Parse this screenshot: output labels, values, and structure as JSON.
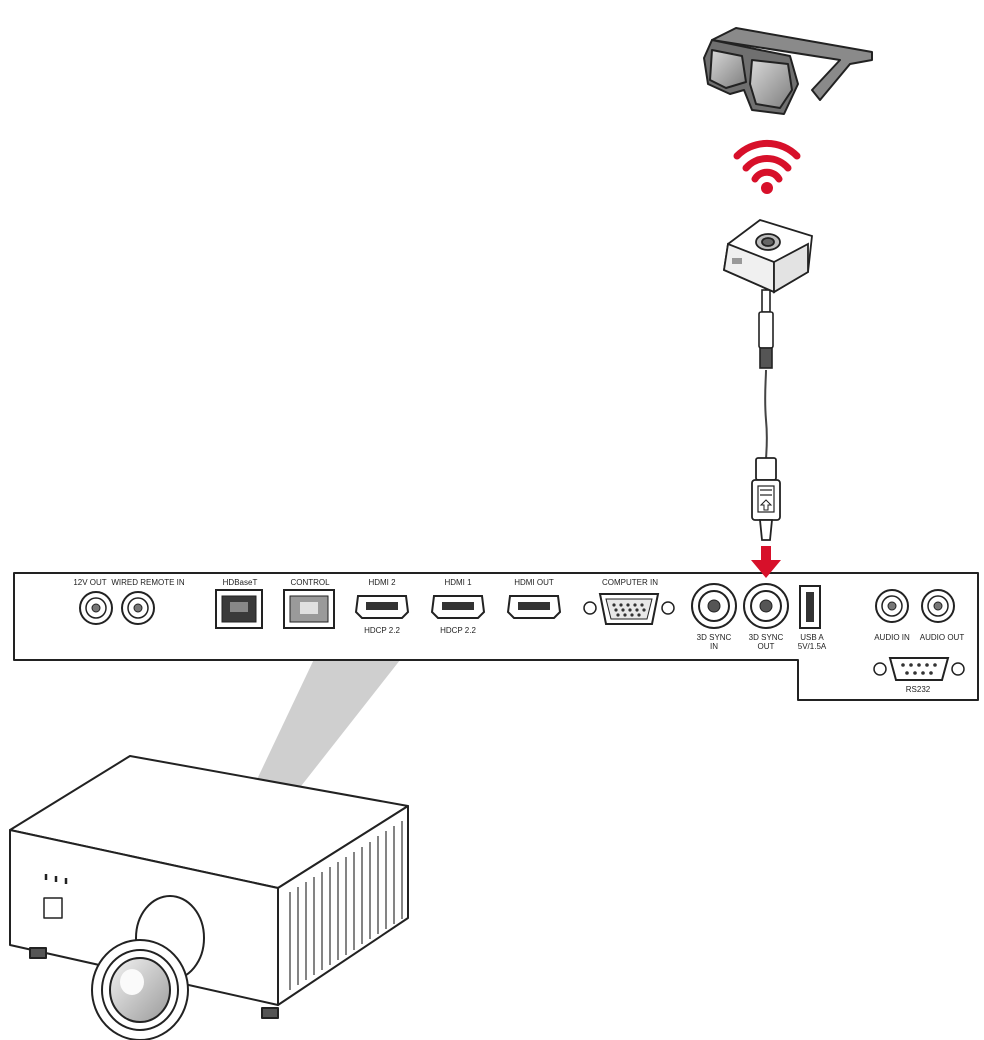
{
  "ports": {
    "out12v": "12V OUT",
    "wired_remote": "WIRED REMOTE IN",
    "hdbaset": "HDBaseT",
    "control": "CONTROL",
    "hdmi2": "HDMI 2",
    "hdmi2_sub": "HDCP 2.2",
    "hdmi1": "HDMI 1",
    "hdmi1_sub": "HDCP 2.2",
    "hdmi_out": "HDMI OUT",
    "computer_in": "COMPUTER IN",
    "sync_in_1": "3D SYNC",
    "sync_in_2": "IN",
    "sync_out_1": "3D SYNC",
    "sync_out_2": "OUT",
    "usb_1": "USB A",
    "usb_2": "5V/1.5A",
    "audio_in": "AUDIO IN",
    "audio_out": "AUDIO OUT",
    "rs232": "RS232"
  },
  "colors": {
    "signal_red": "#d7102a",
    "panel_stroke": "#222222",
    "beam_gray": "#cfcfcf"
  },
  "icons": [
    "3d-glasses-icon",
    "wireless-signal-icon",
    "ir-emitter-icon",
    "connection-arrow-icon",
    "projector-icon"
  ]
}
